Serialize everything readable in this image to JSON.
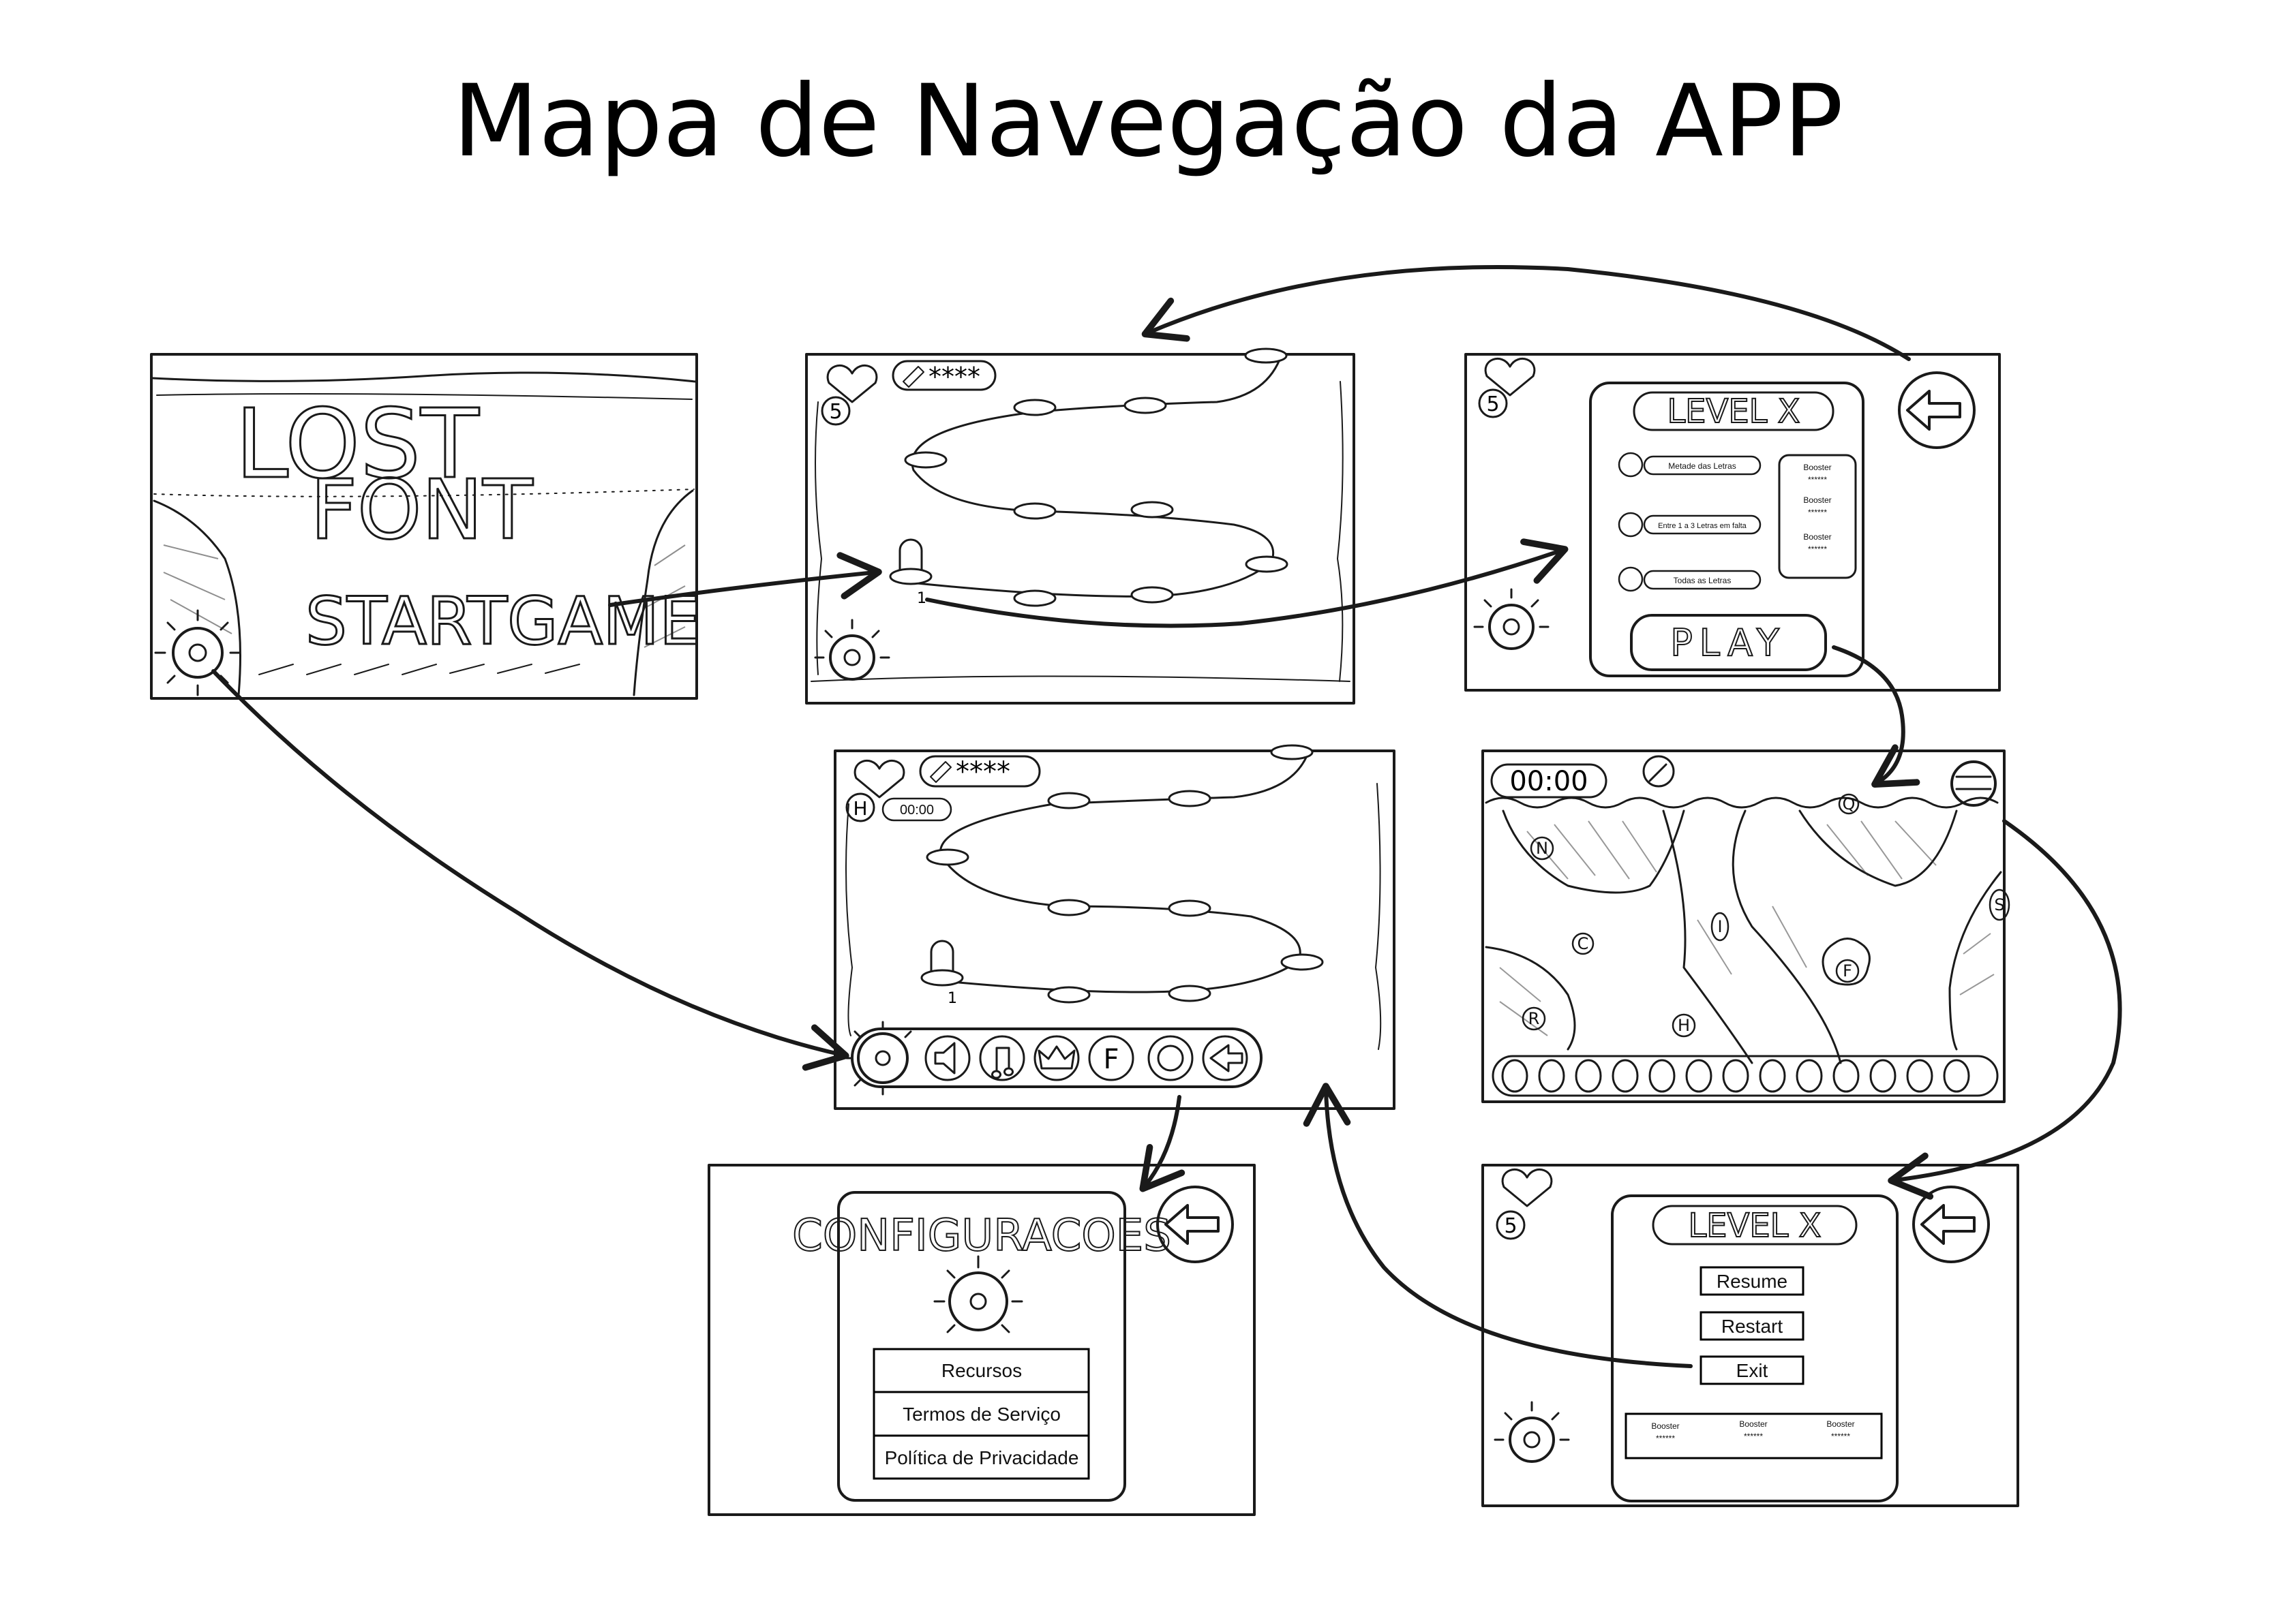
{
  "title": "Mapa de Navegação da APP",
  "splash": {
    "game_title_line1": "LOST",
    "game_title_line2": "FONT",
    "start_label": "STARTGAME"
  },
  "level_map": {
    "lives": "5",
    "stars": "****",
    "first_level": "1"
  },
  "level_select": {
    "lives": "5",
    "level_title": "LEVEL X",
    "boosters": [
      "Metade das Letras",
      "Entre 1 a 3 Letras em falta",
      "Todas as Letras"
    ],
    "booster_panel": [
      "Booster",
      "Booster",
      "Booster"
    ],
    "booster_value": "******",
    "play_label": "PLAY"
  },
  "map_with_menu": {
    "lives": "H",
    "timer": "00:00",
    "stars": "****",
    "first_level": "1",
    "menu_icons": [
      "gear-icon",
      "speaker-icon",
      "music-icon",
      "crown-icon",
      "facebook-icon",
      "circle-icon",
      "back-arrow-icon"
    ],
    "menu_letter_f": "F"
  },
  "gameplay": {
    "timer": "00:00",
    "letters": [
      "Q",
      "N",
      "C",
      "S",
      "F",
      "R",
      "H",
      "I"
    ],
    "slot_count": 13
  },
  "settings": {
    "heading": "CONFIGURACOES",
    "items": [
      "Recursos",
      "Termos de Serviço",
      "Política de Privacidade"
    ]
  },
  "pause": {
    "lives": "5",
    "level_title": "LEVEL X",
    "resume": "Resume",
    "restart": "Restart",
    "exit": "Exit",
    "booster_panel": [
      "Booster",
      "Booster",
      "Booster"
    ],
    "booster_value": "******"
  }
}
